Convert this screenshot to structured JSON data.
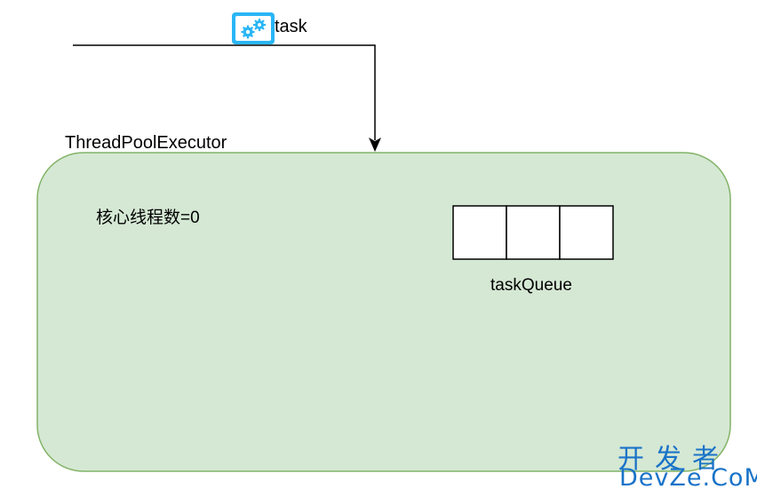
{
  "labels": {
    "task": "task",
    "executor": "ThreadPoolExecutor",
    "core_threads": "核心线程数=0",
    "queue": "taskQueue"
  },
  "icons": {
    "task_icon": "gears-icon"
  },
  "watermark": {
    "cn": "开发者",
    "en": "DevZe.CoM"
  },
  "colors": {
    "executor_fill": "#d5e8d4",
    "executor_stroke": "#82b366",
    "icon_fill": "#29b6f6",
    "watermark": "#1a73c8"
  }
}
